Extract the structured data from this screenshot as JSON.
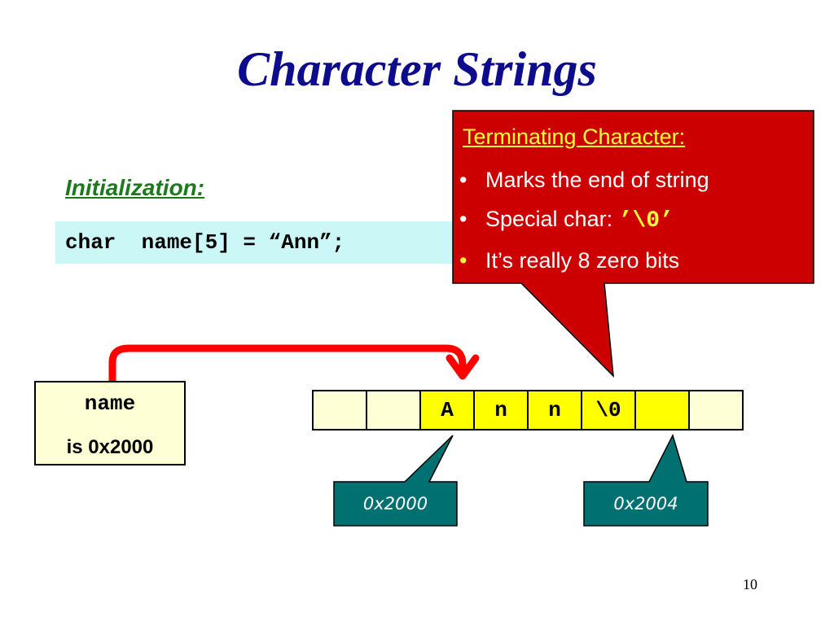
{
  "slide": {
    "title": "Character Strings",
    "init_label": "Initialization:",
    "code": "char  name[5] = “Ann”;",
    "callout": {
      "title": "Terminating Character:",
      "bullets": [
        {
          "prefix": "•",
          "text": "Marks the end of string"
        },
        {
          "prefix": "•",
          "text": "Special char: ",
          "code": "’\\0’"
        },
        {
          "prefix": "•",
          "text": "It’s really 8 zero bits"
        }
      ]
    },
    "pointer_box": {
      "label": "name",
      "value": "is 0x2000"
    },
    "cells": [
      "",
      "",
      "A",
      "n",
      "n",
      "\\0",
      "",
      ""
    ],
    "addresses": [
      "0x2000",
      "0x2004"
    ],
    "page_number": "10",
    "colors": {
      "title": "#0c0c8c",
      "init_label": "#1b7a1b",
      "callout_bg": "#cc0000",
      "callout_title": "#ffff33",
      "address_box": "#007070",
      "arrow": "#ff0000",
      "cell_filled": "#ffff00",
      "cell_empty": "#ffffd6",
      "code_band": "#ccf7f7"
    }
  }
}
